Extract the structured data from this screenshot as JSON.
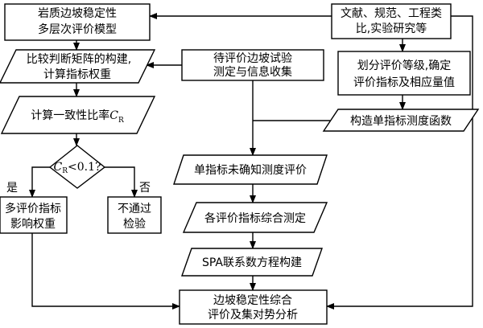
{
  "nodes": {
    "rock_model": {
      "lines": [
        "岩质边坡稳定性",
        "多层次评价模型"
      ]
    },
    "literature": {
      "lines": [
        "文献、规范、工程类",
        "比,实验研究等"
      ]
    },
    "judgment_matrix": {
      "lines": [
        "比较判断矩阵的构建,",
        "计算指标权重"
      ]
    },
    "slope_test": {
      "lines": [
        "待评价边坡试验",
        "测定与信息收集"
      ]
    },
    "grade_division": {
      "lines": [
        "划分评价等级,确定",
        "评价指标及相应量值"
      ]
    },
    "consistency": {
      "text": "计算一致性比率",
      "symbol": "C",
      "subscript": "R"
    },
    "single_measure_fn": {
      "lines": [
        "构造单指标测度函数"
      ]
    },
    "decision": {
      "symbol": "C",
      "subscript": "R",
      "rest": "<0.1?"
    },
    "unknown_measure": {
      "lines": [
        "单指标未确知测度评价"
      ]
    },
    "multi_weight": {
      "lines": [
        "多评价指标",
        "影响权重"
      ]
    },
    "not_pass": {
      "lines": [
        "不通过",
        "检验"
      ]
    },
    "comprehensive": {
      "lines": [
        "各评价指标综合测定"
      ]
    },
    "spa": {
      "lines": [
        "SPA联系数方程构建"
      ]
    },
    "final": {
      "lines": [
        "边坡稳定性综合",
        "评价及集对势分析"
      ]
    }
  },
  "edge_labels": {
    "yes": "是",
    "no": "否"
  }
}
